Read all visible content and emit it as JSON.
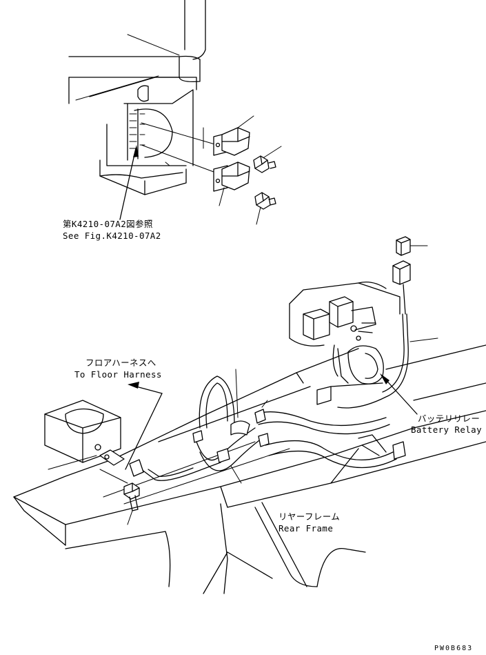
{
  "labels": {
    "see_fig_jp": "第K4210-07A2図参照",
    "see_fig_en": "See Fig.K4210-07A2",
    "floor_harness_jp": "フロアハーネスへ",
    "floor_harness_en": "To Floor Harness",
    "battery_relay_jp": "バッテリリレー",
    "battery_relay_en": "Battery Relay",
    "rear_frame_jp": "リヤーフレーム",
    "rear_frame_en": "Rear Frame"
  },
  "drawing_code": "PW0B683"
}
